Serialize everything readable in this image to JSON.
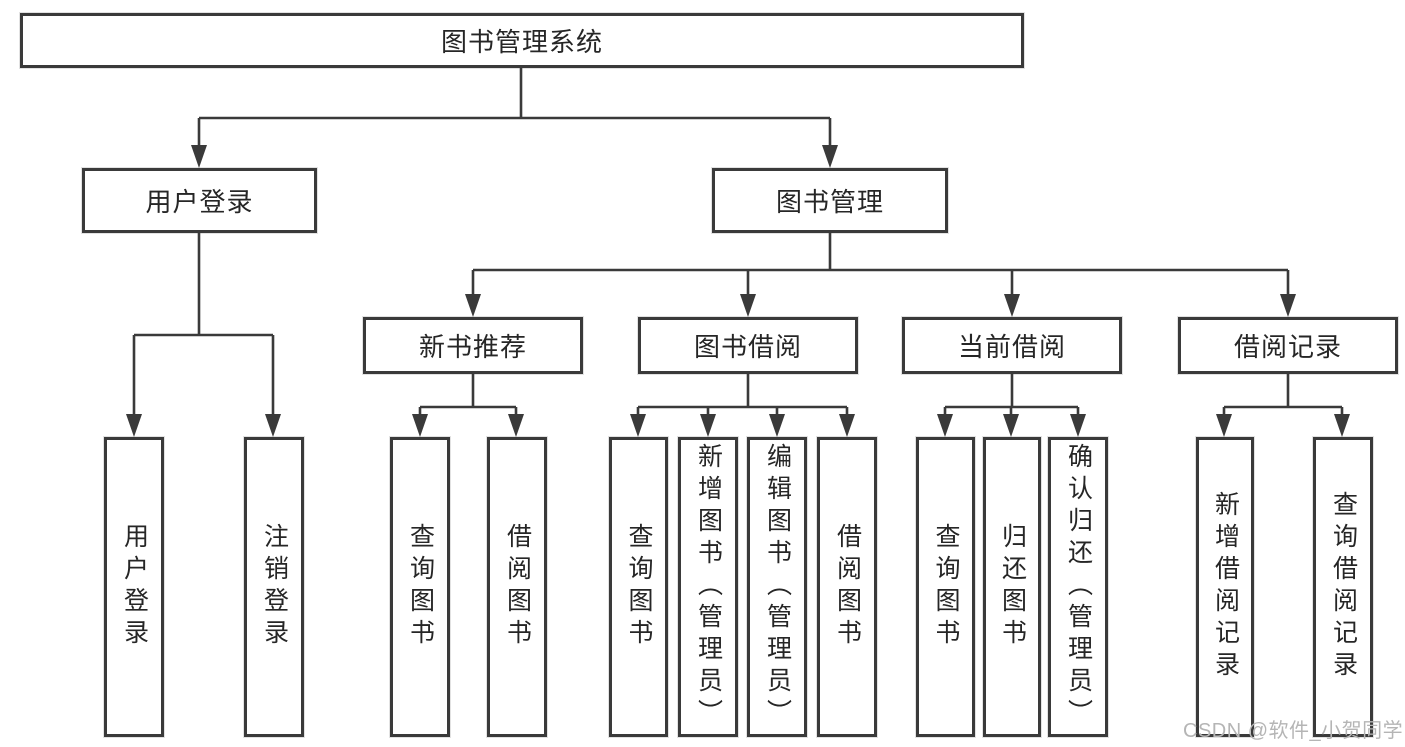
{
  "tree": {
    "label": "图书管理系统",
    "children": [
      {
        "label": "用户登录",
        "children": [
          {
            "label": "用户登录"
          },
          {
            "label": "注销登录"
          }
        ]
      },
      {
        "label": "图书管理",
        "children": [
          {
            "label": "新书推荐",
            "children": [
              {
                "label": "查询图书"
              },
              {
                "label": "借阅图书"
              }
            ]
          },
          {
            "label": "图书借阅",
            "children": [
              {
                "label": "查询图书"
              },
              {
                "label": "新增图书（管理员）"
              },
              {
                "label": "编辑图书（管理员）"
              },
              {
                "label": "借阅图书"
              }
            ]
          },
          {
            "label": "当前借阅",
            "children": [
              {
                "label": "查询图书"
              },
              {
                "label": "归还图书"
              },
              {
                "label": "确认归还（管理员）"
              }
            ]
          },
          {
            "label": "借阅记录",
            "children": [
              {
                "label": "新增借阅记录"
              },
              {
                "label": "查询借阅记录"
              }
            ]
          }
        ]
      }
    ]
  },
  "watermark": {
    "text": "CSDN @软件_小贺同学",
    "color": "#b5b5b5"
  },
  "colors": {
    "line": "#3a3a3a",
    "box_border": "#3a3a3a",
    "box_fill": "#ffffff",
    "text": "#262626",
    "background": "#ffffff"
  }
}
